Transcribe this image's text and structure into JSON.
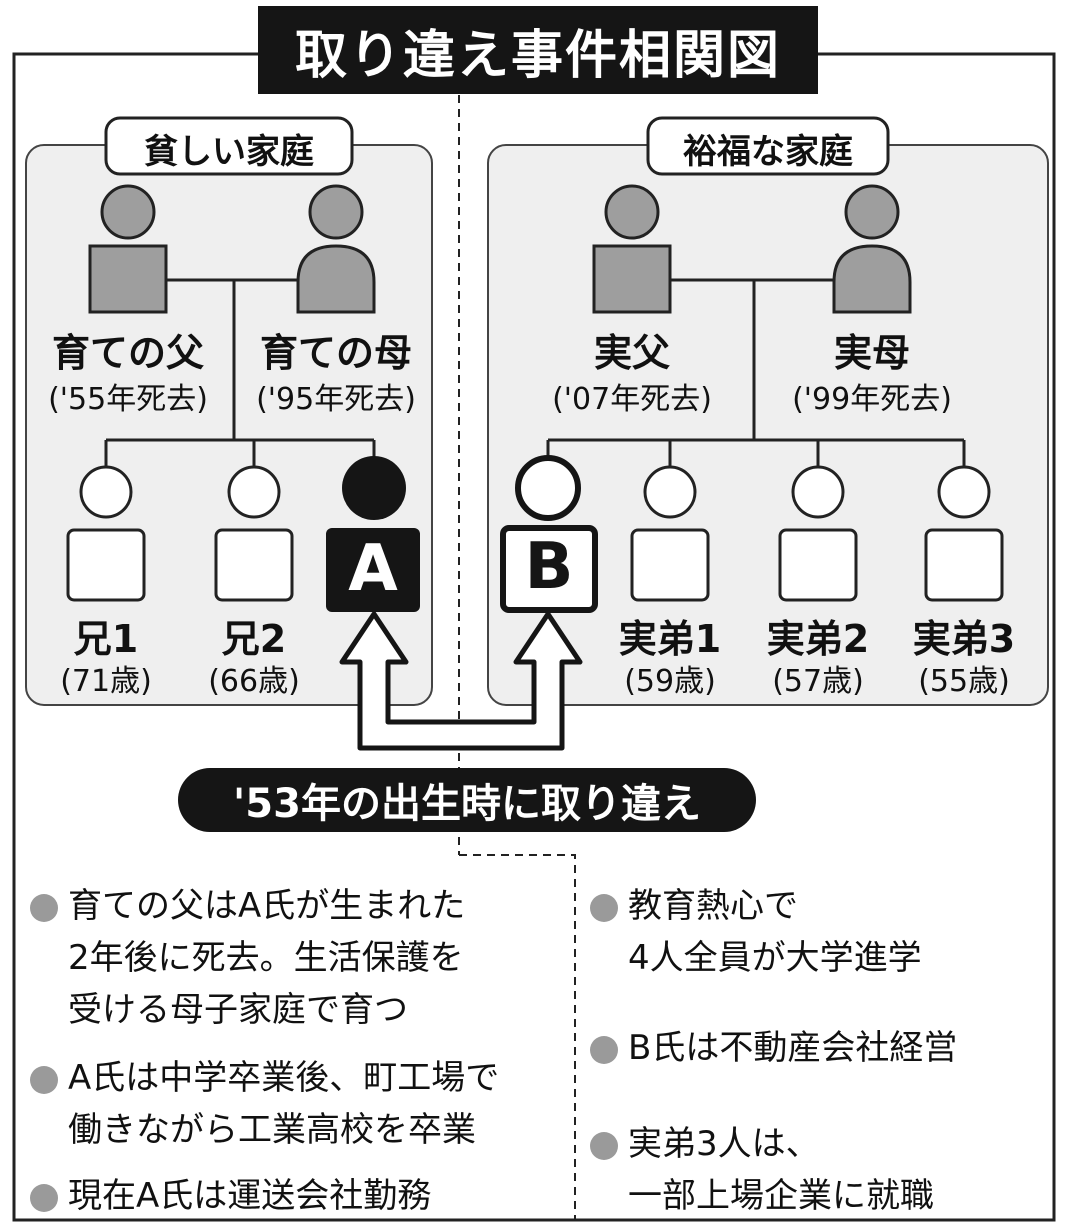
{
  "title": "取り違え事件相関図",
  "poor_family": {
    "label": "貧しい家庭",
    "father": {
      "role": "育ての父",
      "note": "('55年死去)"
    },
    "mother": {
      "role": "育ての母",
      "note": "('95年死去)"
    },
    "children": [
      {
        "name": "兄1",
        "age": "(71歳)"
      },
      {
        "name": "兄2",
        "age": "(66歳)"
      }
    ],
    "swapped_child": "A"
  },
  "rich_family": {
    "label": "裕福な家庭",
    "father": {
      "role": "実父",
      "note": "('07年死去)"
    },
    "mother": {
      "role": "実母",
      "note": "('99年死去)"
    },
    "swapped_child": "B",
    "children": [
      {
        "name": "実弟1",
        "age": "(59歳)"
      },
      {
        "name": "実弟2",
        "age": "(57歳)"
      },
      {
        "name": "実弟3",
        "age": "(55歳)"
      }
    ]
  },
  "banner": "'53年の出生時に取り違え",
  "left_notes": [
    {
      "lines": [
        "育ての父はA氏が生まれた",
        "2年後に死去。生活保護を",
        "受ける母子家庭で育つ"
      ]
    },
    {
      "lines": [
        "A氏は中学卒業後、町工場で",
        "働きながら工業高校を卒業"
      ]
    },
    {
      "lines": [
        "現在A氏は運送会社勤務"
      ]
    }
  ],
  "right_notes": [
    {
      "lines": [
        "教育熱心で",
        "4人全員が大学進学"
      ]
    },
    {
      "lines": [
        "B氏は不動産会社経営"
      ]
    },
    {
      "lines": [
        "実弟3人は、",
        "一部上場企業に就職"
      ]
    }
  ],
  "colors": {
    "dark": "#151515",
    "gray_fill": "#9e9e9e",
    "panel_bg": "#efefef",
    "bullet": "#9a9a9a"
  }
}
